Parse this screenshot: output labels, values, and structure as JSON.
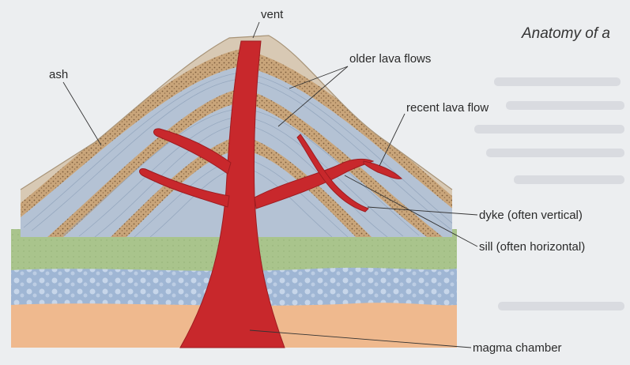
{
  "page": {
    "title": "Anatomy of a"
  },
  "labels": {
    "vent": "vent",
    "ash": "ash",
    "older_lava_flows": "older lava flows",
    "recent_lava_flow": "recent lava flow",
    "dyke": "dyke (often vertical)",
    "sill": "sill (often horizontal)",
    "magma_chamber": "magma chamber"
  },
  "colors": {
    "magma": "#c8282c",
    "ash_band": "#c9a57a",
    "lava_layers": "#b4c2d4",
    "cone_surface": "#d8c9b4",
    "rock_green": "#a9c48c",
    "rock_blue": "#9fb6d4",
    "rock_sand": "#efb98e"
  }
}
